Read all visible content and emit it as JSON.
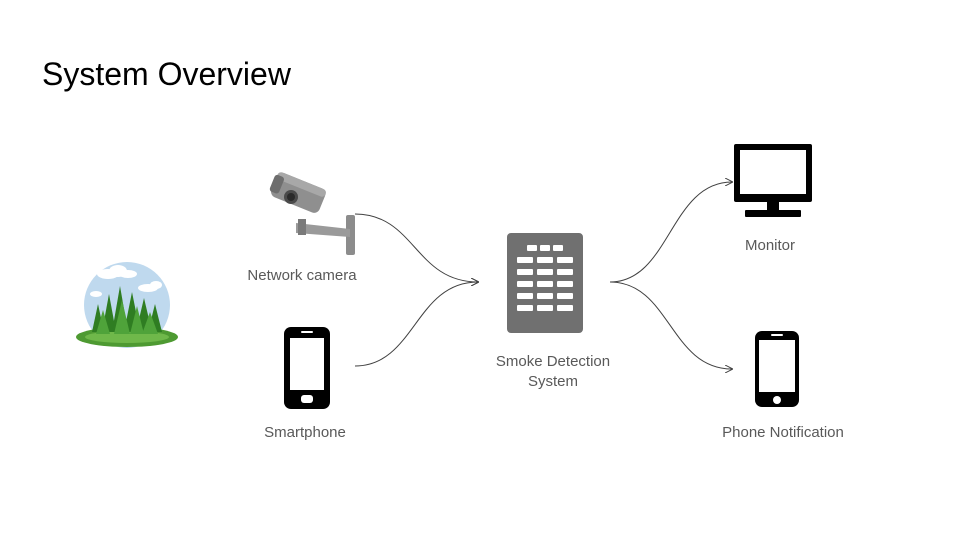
{
  "slide": {
    "title": "System Overview"
  },
  "nodes": {
    "forest": {
      "icon": "forest-scene-icon"
    },
    "camera": {
      "label": "Network camera",
      "icon": "security-camera-icon"
    },
    "smartphone": {
      "label": "Smartphone",
      "icon": "smartphone-icon"
    },
    "system": {
      "label_line1": "Smoke Detection",
      "label_line2": "System",
      "icon": "server-panel-icon"
    },
    "monitor": {
      "label": "Monitor",
      "icon": "monitor-icon"
    },
    "phone_notification": {
      "label": "Phone Notification",
      "icon": "phone-icon"
    }
  },
  "colors": {
    "label": "#595959",
    "icon_dark": "#000000",
    "server": "#707070",
    "connector": "#404040"
  }
}
